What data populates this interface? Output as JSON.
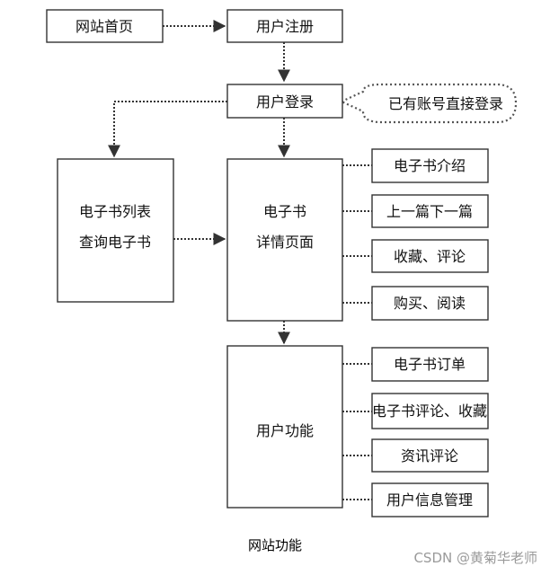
{
  "nodes": {
    "home": "网站首页",
    "register": "用户注册",
    "login": "用户登录",
    "direct_login": "已有账号直接登录",
    "ebook_list": [
      "电子书列表",
      "查询电子书"
    ],
    "ebook_detail": [
      "电子书",
      "详情页面"
    ],
    "detail_features": [
      "电子书介绍",
      "上一篇下一篇",
      "收藏、评论",
      "购买、阅读"
    ],
    "user_functions": "用户功能",
    "user_features": [
      "电子书订单",
      "电子书评论、收藏",
      "资讯评论",
      "用户信息管理"
    ]
  },
  "caption": "网站功能",
  "watermark": "CSDN @黄菊华老师"
}
